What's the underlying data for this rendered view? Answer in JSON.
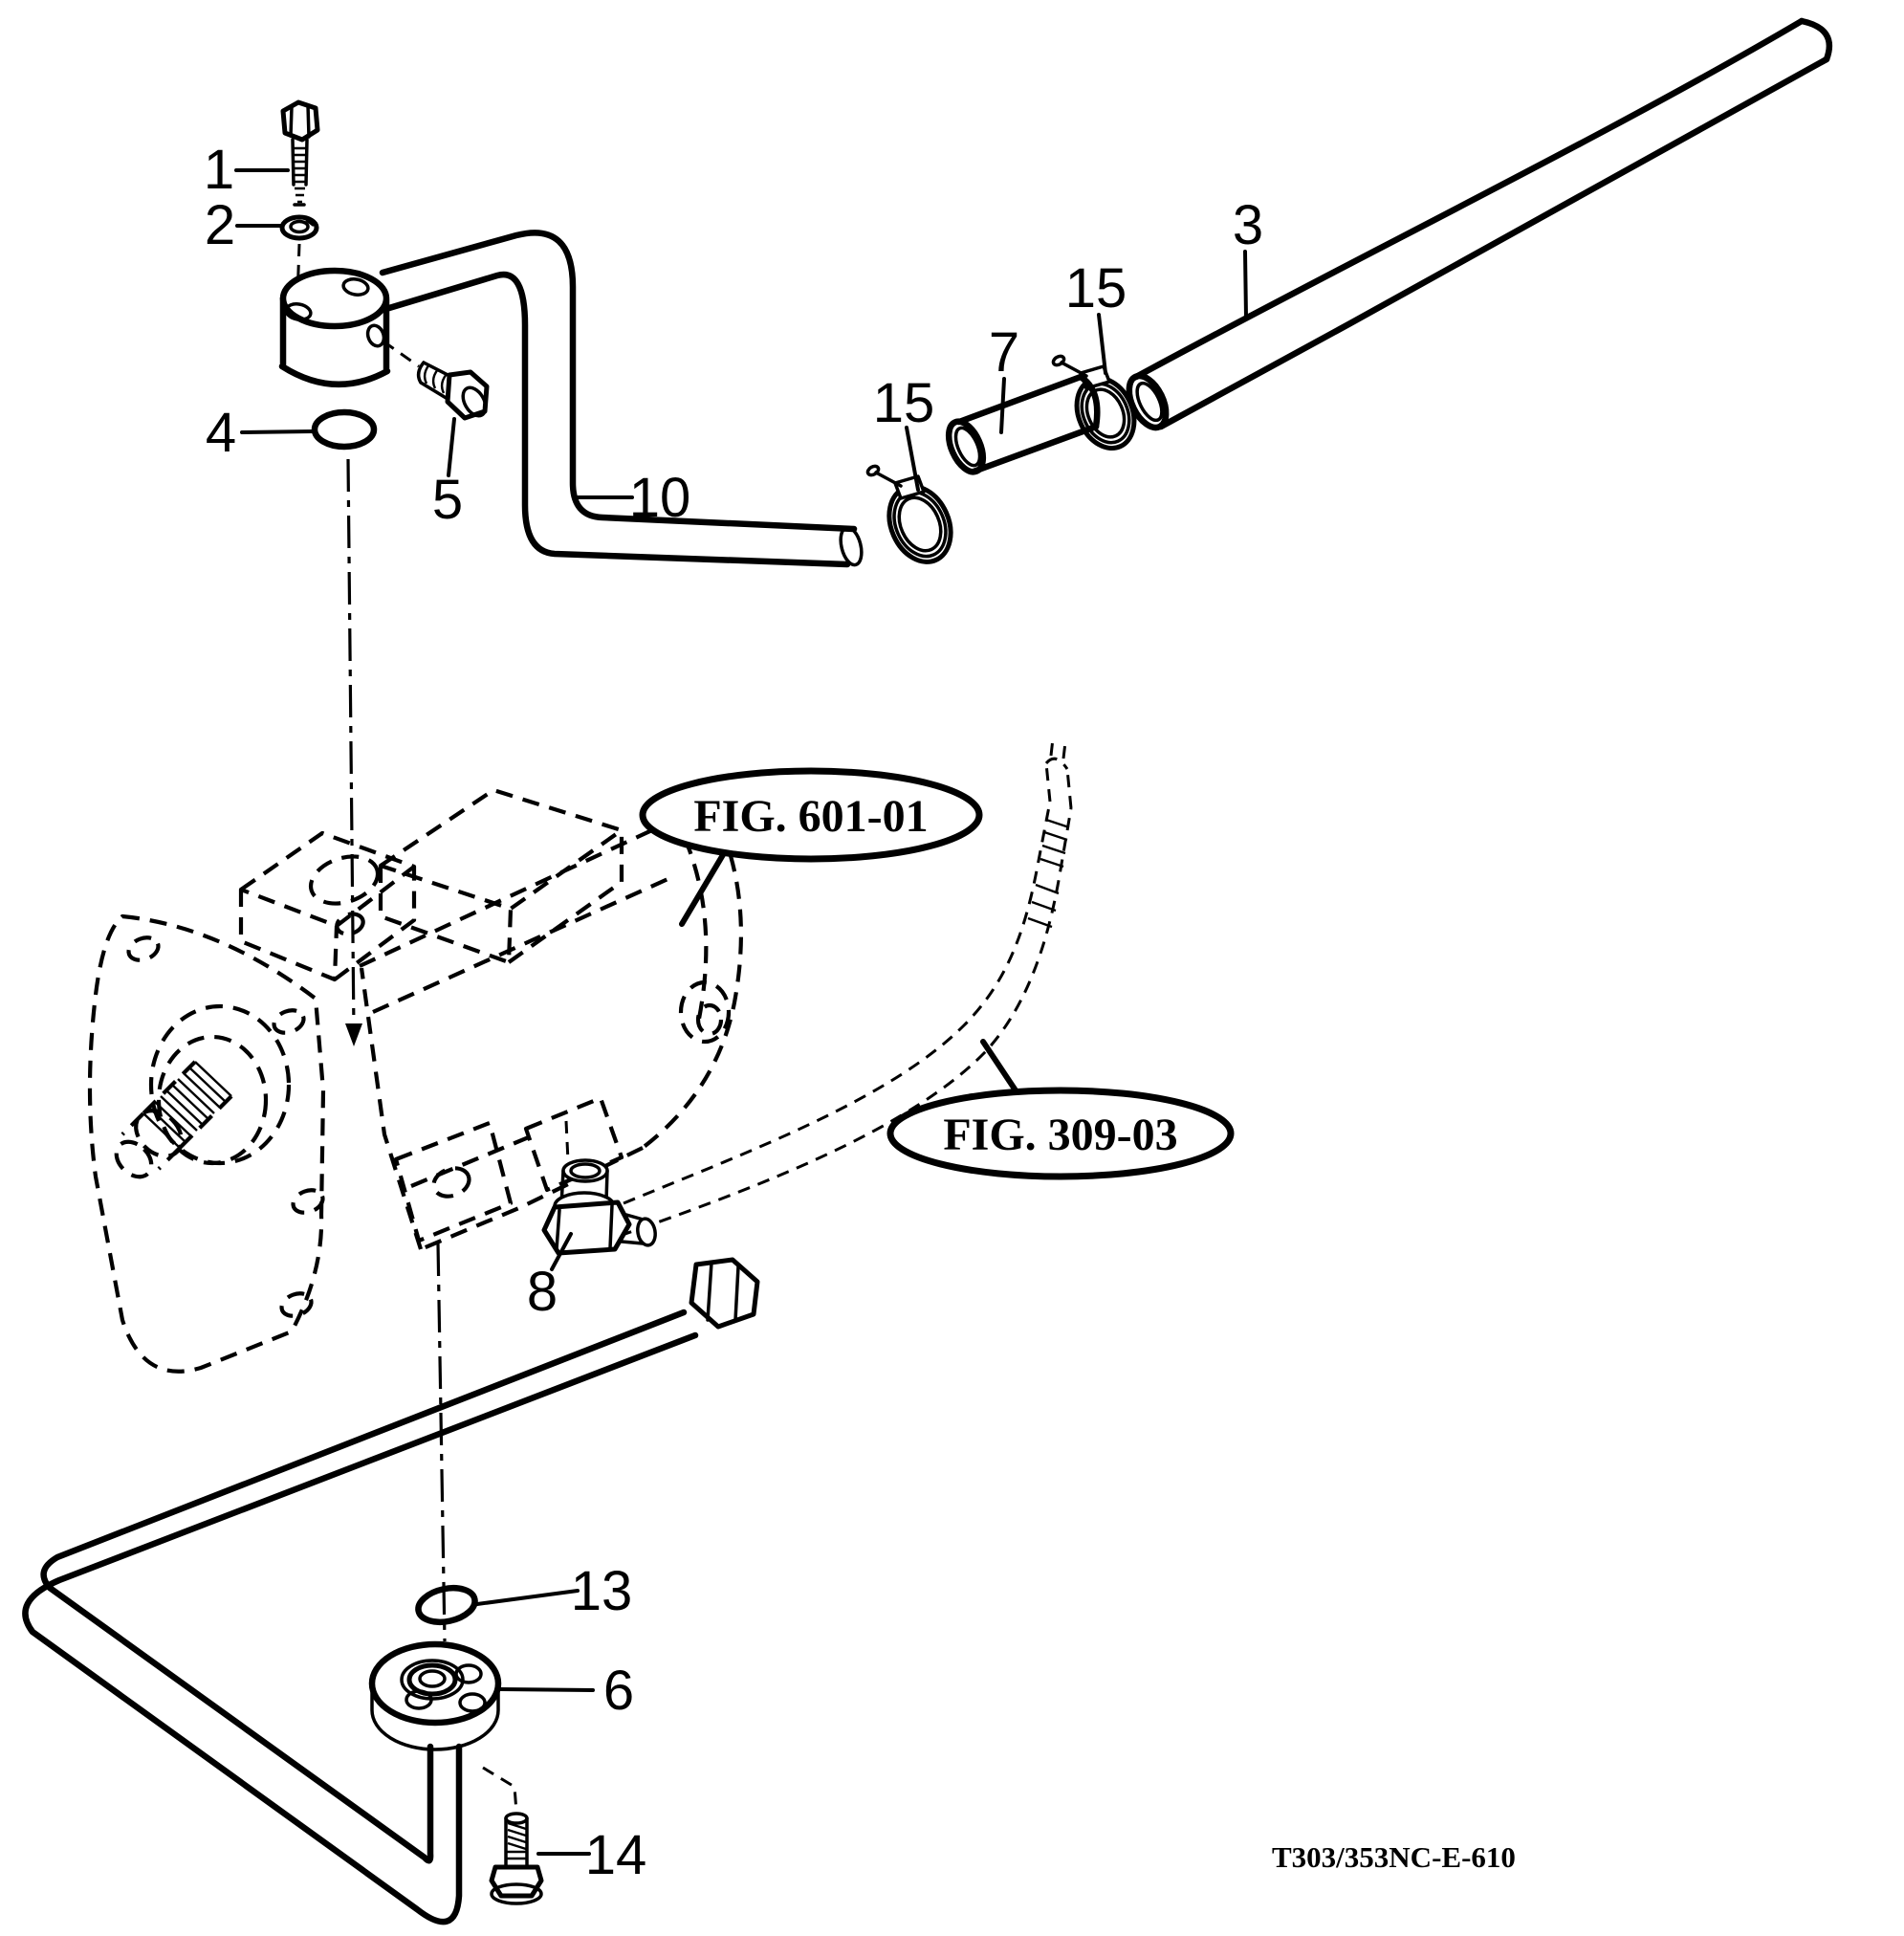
{
  "diagram": {
    "drawing_code": "T303/353NC-E-610",
    "figure_refs": [
      {
        "label": "FIG. 601-01"
      },
      {
        "label": "FIG. 309-03"
      }
    ],
    "callouts": [
      {
        "part": "1"
      },
      {
        "part": "2"
      },
      {
        "part": "4"
      },
      {
        "part": "5"
      },
      {
        "part": "10"
      },
      {
        "part": "15"
      },
      {
        "part": "7"
      },
      {
        "part": "15"
      },
      {
        "part": "3"
      },
      {
        "part": "8"
      },
      {
        "part": "13"
      },
      {
        "part": "6"
      },
      {
        "part": "14"
      }
    ],
    "colors": {
      "line": "#000000",
      "background": "#ffffff"
    }
  }
}
